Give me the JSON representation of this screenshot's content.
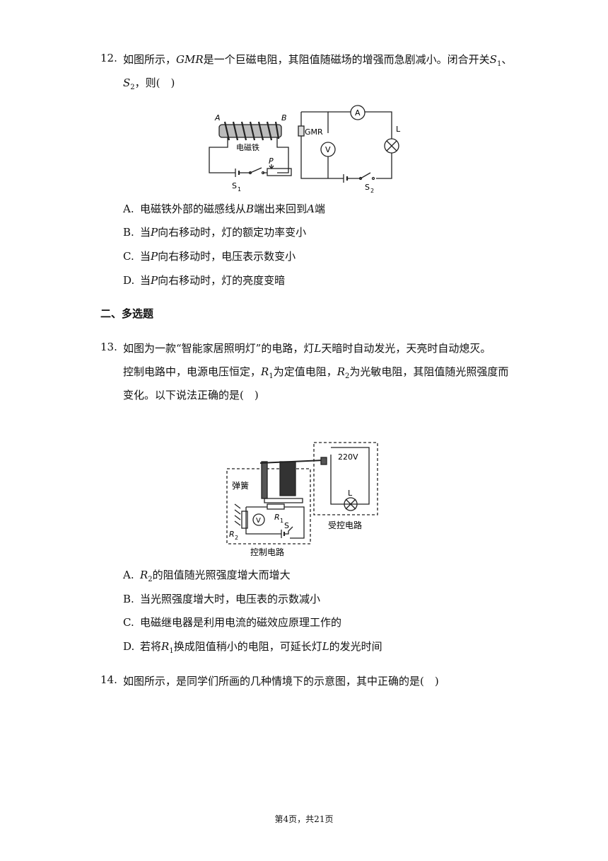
{
  "q12": {
    "number": "12.",
    "line1": "如图所示，GMR是一个巨磁电阻，其阻值随磁场的增强而急剧减小。闭合开关S₁、",
    "line1_parts": {
      "a": "如图所示，",
      "gmr": "GMR",
      "b": "是一个巨磁电阻，其阻值随磁场的增强而急剧减小。闭合开关",
      "s": "S",
      "s_sub": "1",
      "c": "、"
    },
    "line2_parts": {
      "s": "S",
      "s_sub": "2",
      "b": "，则(　)"
    },
    "figure": {
      "A": "A",
      "B": "B",
      "magnet": "电磁铁",
      "P": "P",
      "S1": "S",
      "S1_sub": "1",
      "GMR": "GMR",
      "V": "V",
      "A_meter": "A",
      "L": "L",
      "S2": "S",
      "S2_sub": "2"
    },
    "options": [
      {
        "label": "A.",
        "pre": "电磁铁外部的磁感线从",
        "v1": "B",
        "mid": "端出来回到",
        "v2": "A",
        "post": "端"
      },
      {
        "label": "B.",
        "pre": "当",
        "v1": "P",
        "post": "向右移动时，灯的额定功率变小"
      },
      {
        "label": "C.",
        "pre": "当",
        "v1": "P",
        "post": "向右移动时，电压表示数变小"
      },
      {
        "label": "D.",
        "pre": "当",
        "v1": "P",
        "post": "向右移动时，灯的亮度变暗"
      }
    ]
  },
  "section": "二、多选题",
  "q13": {
    "number": "13.",
    "line1_parts": {
      "a": "如图为一款“智能家居照明灯”的电路，灯",
      "L": "L",
      "b": "天暗时自动发光，天亮时自动熄灭。"
    },
    "line2_parts": {
      "a": "控制电路中，电源电压恒定，",
      "r1": "R",
      "r1_sub": "1",
      "b": "为定值电阻，",
      "r2": "R",
      "r2_sub": "2",
      "c": "为光敏电阻，其阻值随光照强度而"
    },
    "line3": "变化。以下说法正确的是(　)",
    "figure": {
      "spring": "弹簧",
      "V220": "220V",
      "L": "L",
      "R1": "R",
      "R1_sub": "1",
      "R2": "R",
      "R2_sub": "2",
      "V": "V",
      "S": "S",
      "controlled": "受控电路",
      "control": "控制电路"
    },
    "options": [
      {
        "label": "A.",
        "r": "R",
        "r_sub": "2",
        "post": "的阻值随光照强度增大而增大"
      },
      {
        "label": "B.",
        "post": "当光照强度增大时，电压表的示数减小"
      },
      {
        "label": "C.",
        "post": "电磁继电器是利用电流的磁效应原理工作的"
      },
      {
        "label": "D.",
        "pre": "若将",
        "r": "R",
        "r_sub": "1",
        "mid": "换成阻值稍小的电阻，可延长灯",
        "v2": "L",
        "post": "的发光时间"
      }
    ]
  },
  "q14": {
    "number": "14.",
    "text": "如图所示，是同学们所画的几种情境下的示意图，其中正确的是(　)"
  },
  "footer": "第4页，共21页"
}
